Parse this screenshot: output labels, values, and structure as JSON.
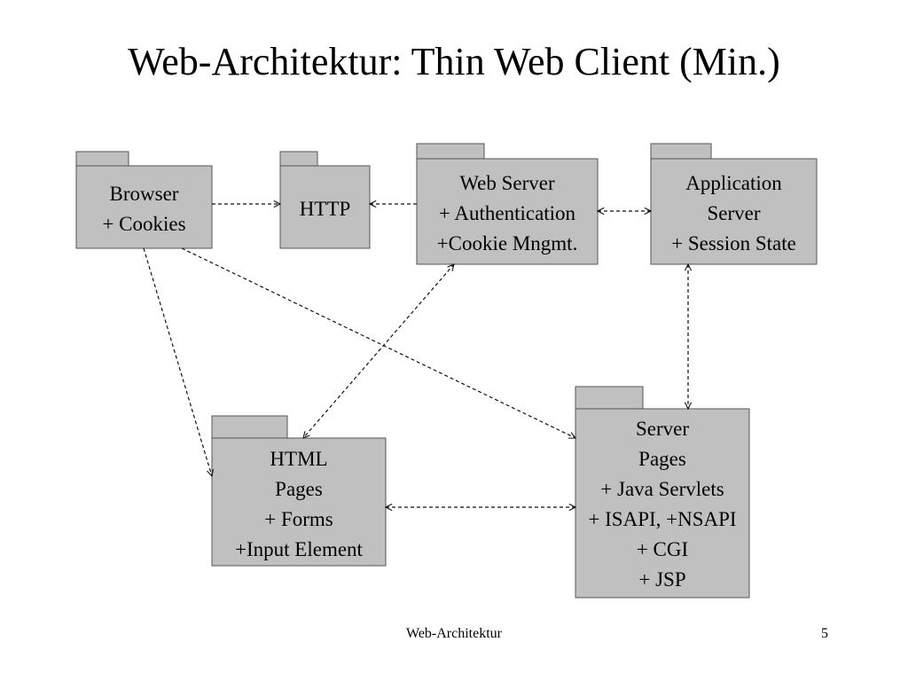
{
  "slide": {
    "title": "Web-Architektur: Thin Web Client (Min.)",
    "footer": "Web-Architektur",
    "page_number": "5"
  },
  "nodes": {
    "browser": {
      "lines": [
        "Browser",
        "+ Cookies"
      ]
    },
    "http": {
      "lines": [
        "HTTP"
      ]
    },
    "web_server": {
      "lines": [
        "Web Server",
        "+ Authentication",
        "+Cookie Mngmt."
      ]
    },
    "app_server": {
      "lines": [
        "Application",
        "Server",
        "+ Session State"
      ]
    },
    "html_pages": {
      "lines": [
        "HTML",
        "Pages",
        "+ Forms",
        "+Input Element"
      ]
    },
    "server_pages": {
      "lines": [
        "Server",
        "Pages",
        "+ Java Servlets",
        "+ ISAPI, +NSAPI",
        "+ CGI",
        "+ JSP"
      ]
    }
  },
  "edges": [
    {
      "from": "browser",
      "to": "http",
      "direction": "forward"
    },
    {
      "from": "web_server",
      "to": "http",
      "direction": "forward"
    },
    {
      "from": "web_server",
      "to": "app_server",
      "direction": "both"
    },
    {
      "from": "app_server",
      "to": "server_pages",
      "direction": "both"
    },
    {
      "from": "browser",
      "to": "html_pages",
      "direction": "forward"
    },
    {
      "from": "browser",
      "to": "server_pages",
      "direction": "forward"
    },
    {
      "from": "web_server",
      "to": "html_pages",
      "direction": "both"
    },
    {
      "from": "html_pages",
      "to": "server_pages",
      "direction": "both"
    }
  ]
}
